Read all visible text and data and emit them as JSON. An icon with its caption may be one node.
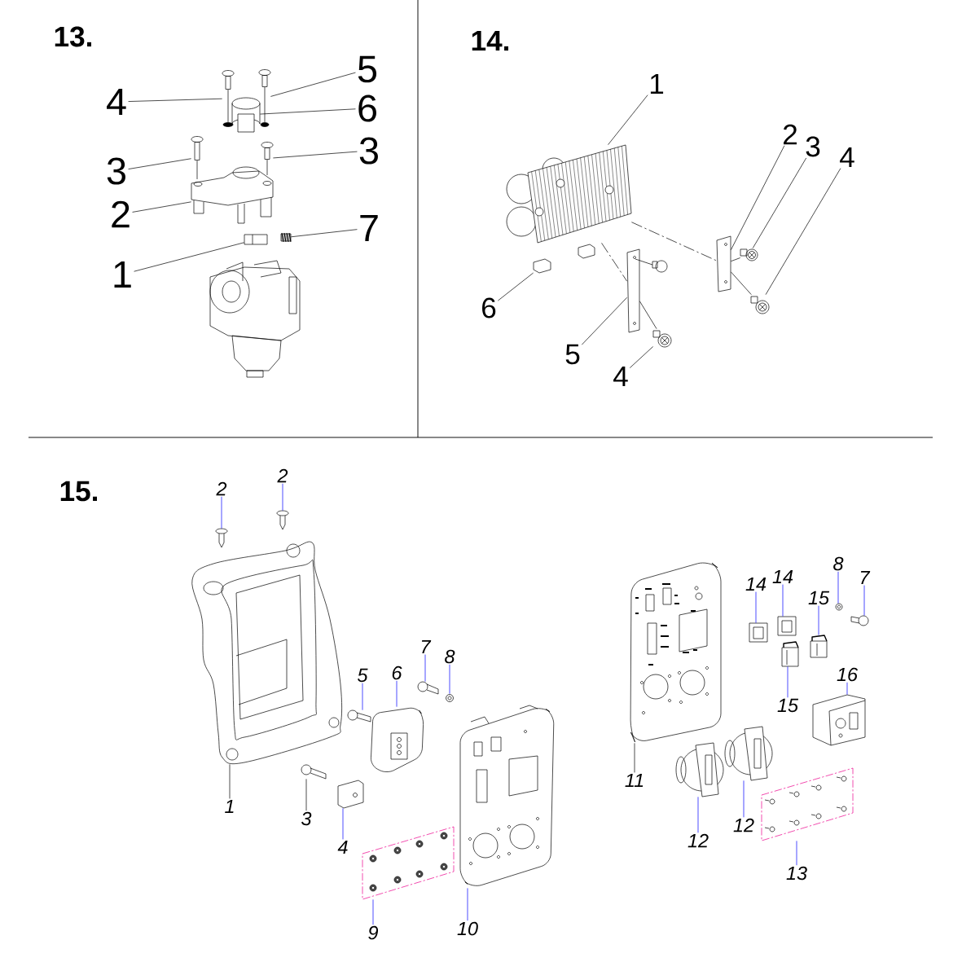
{
  "diagram": {
    "nodes": [
      {
        "text": [
          "4"
        ]
      },
      {
        "text": [
          "5"
        ]
      },
      {
        "text": [
          "6"
        ]
      },
      {
        "text": [
          "3"
        ]
      },
      {
        "text": [
          "3"
        ]
      },
      {
        "text": [
          "2"
        ]
      },
      {
        "text": [
          "7"
        ]
      },
      {
        "text": [
          "1"
        ]
      },
      {
        "text": [
          "1"
        ]
      },
      {
        "text": [
          "2"
        ]
      },
      {
        "text": [
          "3"
        ]
      },
      {
        "text": [
          "4"
        ]
      },
      {
        "text": [
          "5"
        ]
      },
      {
        "text": [
          "4"
        ]
      },
      {
        "text": [
          "6"
        ]
      },
      {
        "text": [
          "2"
        ]
      },
      {
        "text": [
          "2"
        ]
      },
      {
        "text": [
          "1"
        ]
      },
      {
        "text": [
          "3"
        ]
      },
      {
        "text": [
          "4"
        ]
      },
      {
        "text": [
          "5"
        ]
      },
      {
        "text": [
          "6"
        ]
      },
      {
        "text": [
          "7"
        ]
      },
      {
        "text": [
          "8"
        ]
      },
      {
        "text": [
          "9"
        ]
      },
      {
        "text": [
          "10"
        ]
      },
      {
        "text": [
          "11"
        ]
      },
      {
        "text": [
          "12"
        ]
      },
      {
        "text": [
          "12"
        ]
      },
      {
        "text": [
          "13"
        ]
      },
      {
        "text": [
          "14"
        ]
      },
      {
        "text": [
          "14"
        ]
      },
      {
        "text": [
          "15"
        ]
      },
      {
        "text": [
          "15"
        ]
      },
      {
        "text": [
          "16"
        ]
      },
      {
        "text": [
          "8"
        ]
      },
      {
        "text": [
          "7"
        ]
      },
      {
        "text": [],
        "shape": "picture"
      },
      {
        "text": [],
        "shape": "picture"
      },
      {
        "text": [],
        "shape": "picture"
      },
      {
        "text": [],
        "shape": "picture"
      },
      {
        "text": [],
        "shape": "picture"
      },
      {
        "text": [],
        "shape": "picture"
      },
      {
        "text": [],
        "shape": "picture"
      },
      {
        "text": [],
        "shape": "picture"
      },
      {
        "text": [],
        "shape": "picture"
      },
      {
        "text": [],
        "shape": "picture"
      },
      {
        "text": [],
        "shape": "picture"
      },
      {
        "text": [],
        "shape": "picture"
      },
      {
        "text": [],
        "shape": "picture"
      },
      {
        "text": [],
        "shape": "picture"
      },
      {
        "text": [],
        "shape": "picture"
      },
      {
        "text": [],
        "shape": "picture"
      },
      {
        "text": [],
        "shape": "picture"
      },
      {
        "text": [],
        "shape": "picture"
      },
      {
        "text": [],
        "shape": "picture"
      },
      {
        "text": [],
        "shape": "picture"
      },
      {
        "text": [],
        "shape": "picture"
      },
      {
        "text": [],
        "shape": "picture"
      },
      {
        "text": [],
        "shape": "picture"
      },
      {
        "text": [],
        "shape": "picture"
      },
      {
        "text": [],
        "shape": "picture"
      },
      {
        "text": [],
        "shape": "picture"
      },
      {
        "text": [],
        "shape": "picture"
      },
      {
        "text": [],
        "shape": "picture"
      },
      {
        "text": [],
        "shape": "picture"
      },
      {
        "text": [],
        "shape": "picture"
      },
      {
        "text": [],
        "shape": "picture"
      },
      {
        "text": [],
        "shape": "picture"
      },
      {
        "text": [],
        "shape": "picture"
      },
      {
        "text": [],
        "shape": "picture"
      },
      {
        "text": [],
        "shape": "picture"
      },
      {
        "text": [],
        "shape": "picture"
      },
      {
        "text": [],
        "shape": "picture"
      }
    ],
    "edges": [
      {
        "from": 0,
        "to": 37,
        "arrow": "none"
      },
      {
        "from": 1,
        "to": 38,
        "arrow": "none"
      },
      {
        "from": 2,
        "to": 39,
        "arrow": "none"
      },
      {
        "from": 3,
        "to": 40,
        "arrow": "none"
      },
      {
        "from": 4,
        "to": 41,
        "arrow": "none"
      },
      {
        "from": 5,
        "to": 42,
        "arrow": "none"
      },
      {
        "from": 6,
        "to": 43,
        "arrow": "none"
      },
      {
        "from": 7,
        "to": 44,
        "arrow": "none"
      },
      {
        "from": 8,
        "to": 45,
        "arrow": "none"
      },
      {
        "from": 9,
        "to": 46,
        "arrow": "none"
      },
      {
        "from": 10,
        "to": 47,
        "arrow": "none"
      },
      {
        "from": 11,
        "to": 48,
        "arrow": "none"
      },
      {
        "from": 12,
        "to": 49,
        "arrow": "none"
      },
      {
        "from": 13,
        "to": 50,
        "arrow": "none"
      },
      {
        "from": 14,
        "to": 51,
        "arrow": "none"
      },
      {
        "from": 15,
        "to": 52,
        "arrow": "none",
        "color": "#0000ff"
      },
      {
        "from": 16,
        "to": 53,
        "arrow": "none",
        "color": "#0000ff"
      },
      {
        "from": 17,
        "to": 54,
        "arrow": "none"
      },
      {
        "from": 18,
        "to": 55,
        "arrow": "none"
      },
      {
        "from": 19,
        "to": 56,
        "arrow": "none",
        "color": "#0000ff"
      },
      {
        "from": 20,
        "to": 57,
        "arrow": "none",
        "color": "#0000ff"
      },
      {
        "from": 21,
        "to": 58,
        "arrow": "none",
        "color": "#0000ff"
      },
      {
        "from": 22,
        "to": 59,
        "arrow": "none",
        "color": "#0000ff"
      },
      {
        "from": 23,
        "to": 60,
        "arrow": "none",
        "color": "#0000ff"
      },
      {
        "from": 24,
        "to": 61,
        "arrow": "none",
        "color": "#0000ff"
      },
      {
        "from": 25,
        "to": 62,
        "arrow": "none",
        "color": "#0000ff"
      },
      {
        "from": 26,
        "to": 63,
        "arrow": "none"
      },
      {
        "from": 27,
        "to": 64,
        "arrow": "none",
        "color": "#0000ff"
      },
      {
        "from": 28,
        "to": 65,
        "arrow": "none",
        "color": "#0000ff"
      },
      {
        "from": 29,
        "to": 66,
        "arrow": "none",
        "color": "#0000ff"
      },
      {
        "from": 30,
        "to": 67,
        "arrow": "none",
        "color": "#0000ff"
      },
      {
        "from": 31,
        "to": 68,
        "arrow": "none",
        "color": "#0000ff"
      },
      {
        "from": 32,
        "to": 69,
        "arrow": "none",
        "color": "#0000ff"
      },
      {
        "from": 33,
        "to": 70,
        "arrow": "none",
        "color": "#0000ff"
      },
      {
        "from": 34,
        "to": 71,
        "arrow": "none",
        "color": "#0000ff"
      },
      {
        "from": 35,
        "to": 72,
        "arrow": "none",
        "color": "#0000ff"
      },
      {
        "from": 36,
        "to": 73,
        "arrow": "none",
        "color": "#0000ff"
      },
      {
        "from": 45,
        "to": 46,
        "arrow": "none",
        "style": "dashed"
      },
      {
        "from": 45,
        "to": 49,
        "arrow": "none",
        "style": "dashed"
      },
      {
        "from": 46,
        "to": 47,
        "arrow": "none"
      },
      {
        "from": 46,
        "to": 48,
        "arrow": "none"
      },
      {
        "from": 49,
        "to": 50,
        "arrow": "none"
      }
    ],
    "labels": [
      "13.",
      "14.",
      "15."
    ]
  }
}
